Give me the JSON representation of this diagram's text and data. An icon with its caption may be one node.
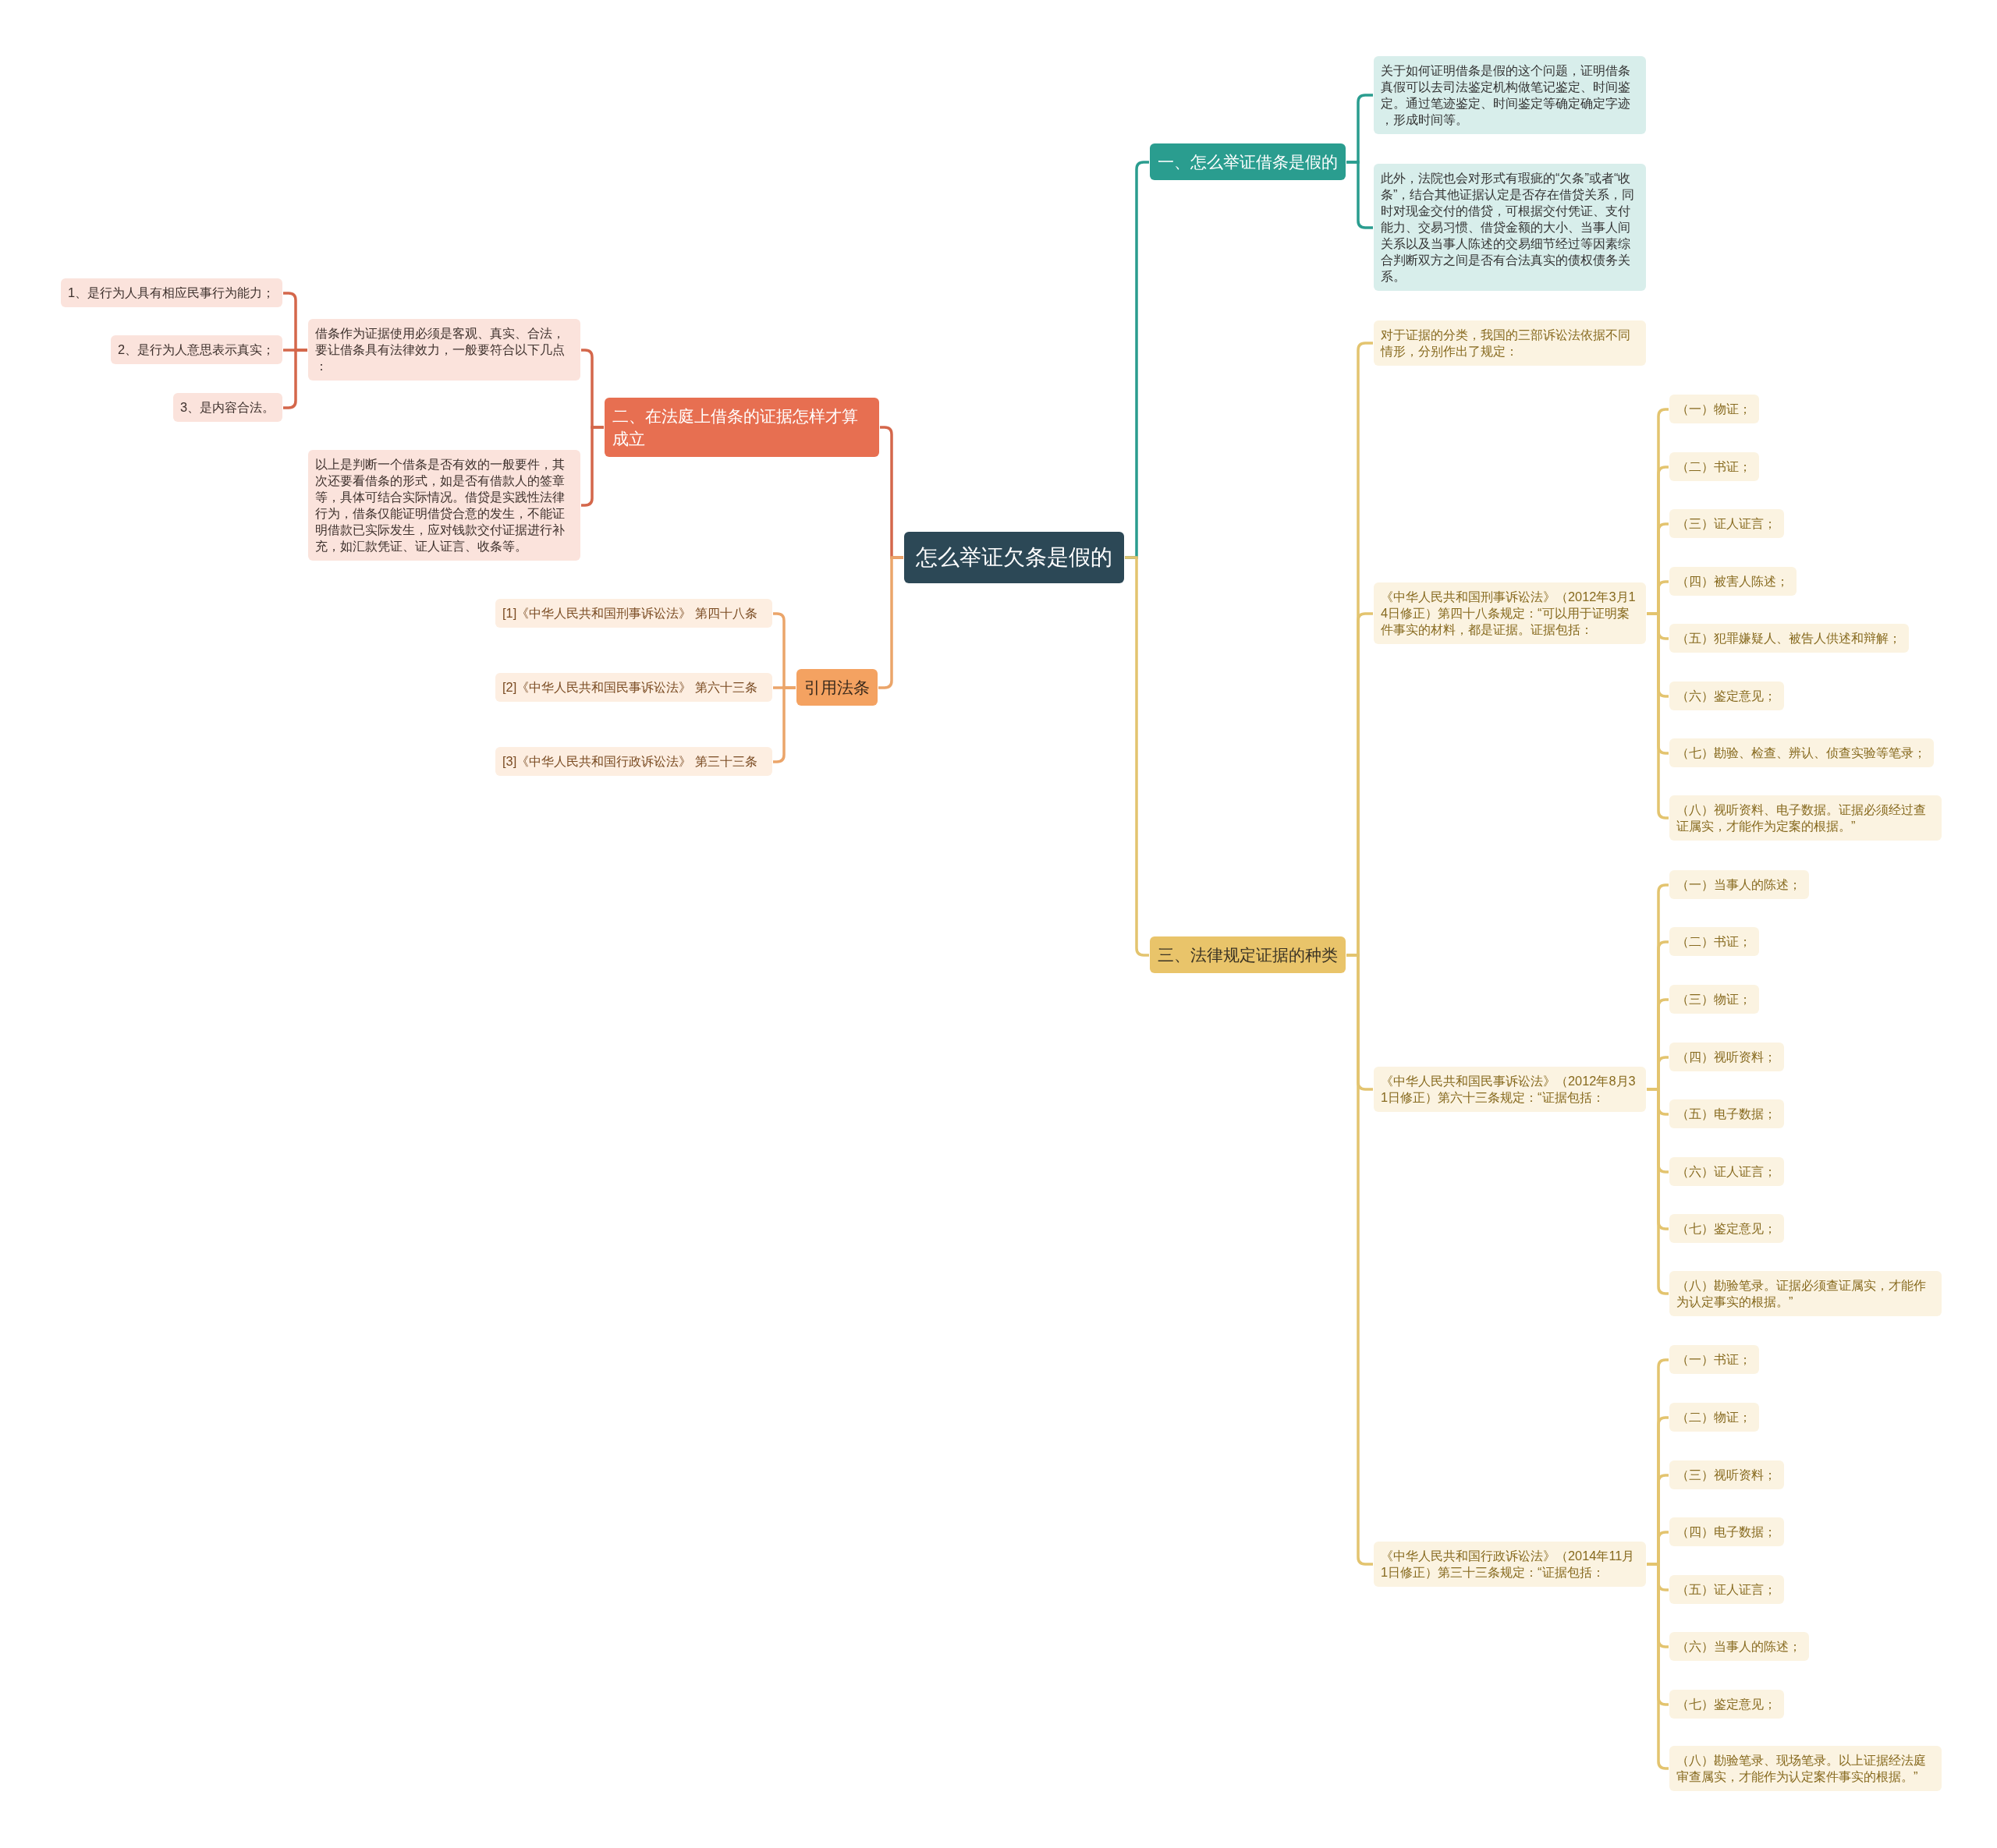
{
  "diagram": {
    "nodes": [
      {
        "text": [
          "怎么举证欠条是假的"
        ]
      },
      {
        "text": [
          "一、怎么举证借条是假的"
        ]
      },
      {
        "text": [
          "关于如何证明借条是假的这个问题，证明借条真假可以去司法鉴定机构做笔记鉴定、时间鉴定。通过笔迹鉴定、时间鉴定等确定确定字迹，形成时间等。"
        ]
      },
      {
        "text": [
          "此外，法院也会对形式有瑕疵的“欠条”或者“收条”，结合其他证据认定是否存在借贷关系，同时对现金交付的借贷，可根据交付凭证、支付能力、交易习惯、借贷金额的大小、当事人间关系以及当事人陈述的交易细节经过等因素综合判断双方之间是否有合法真实的债权债务关系。"
        ]
      },
      {
        "text": [
          "二、在法庭上借条的证据怎样才算成立"
        ]
      },
      {
        "text": [
          "借条作为证据使用必须是客观、真实、合法，要让借条具有法律效力，一般要符合以下几点："
        ]
      },
      {
        "text": [
          "1、是行为人具有相应民事行为能力；"
        ]
      },
      {
        "text": [
          "2、是行为人意思表示真实；"
        ]
      },
      {
        "text": [
          "3、是内容合法。"
        ]
      },
      {
        "text": [
          "以上是判断一个借条是否有效的一般要件，其次还要看借条的形式，如是否有借款人的签章等，具体可结合实际情况。借贷是实践性法律行为，借条仅能证明借贷合意的发生，不能证明借款已实际发生，应对钱款交付证据进行补充，如汇款凭证、证人证言、收条等。"
        ]
      },
      {
        "text": [
          "引用法条"
        ]
      },
      {
        "text": [
          "[1]《中华人民共和国刑事诉讼法》 第四十八条"
        ]
      },
      {
        "text": [
          "[2]《中华人民共和国民事诉讼法》 第六十三条"
        ]
      },
      {
        "text": [
          "[3]《中华人民共和国行政诉讼法》 第三十三条"
        ]
      },
      {
        "text": [
          "三、法律规定证据的种类"
        ]
      },
      {
        "text": [
          "对于证据的分类，我国的三部诉讼法依据不同情形，分别作出了规定："
        ]
      },
      {
        "text": [
          "《中华人民共和国刑事诉讼法》（2012年3月14日修正）第四十八条规定：“可以用于证明案件事实的材料，都是证据。证据包括："
        ]
      },
      {
        "text": [
          "（一）物证；"
        ]
      },
      {
        "text": [
          "（二）书证；"
        ]
      },
      {
        "text": [
          "（三）证人证言；"
        ]
      },
      {
        "text": [
          "（四）被害人陈述；"
        ]
      },
      {
        "text": [
          "（五）犯罪嫌疑人、被告人供述和辩解；"
        ]
      },
      {
        "text": [
          "（六）鉴定意见；"
        ]
      },
      {
        "text": [
          "（七）勘验、检查、辨认、侦查实验等笔录；"
        ]
      },
      {
        "text": [
          "（八）视听资料、电子数据。证据必须经过查证属实，才能作为定案的根据。”"
        ]
      },
      {
        "text": [
          "《中华人民共和国民事诉讼法》（2012年8月31日修正）第六十三条规定：“证据包括："
        ]
      },
      {
        "text": [
          "（一）当事人的陈述；"
        ]
      },
      {
        "text": [
          "（二）书证；"
        ]
      },
      {
        "text": [
          "（三）物证；"
        ]
      },
      {
        "text": [
          "（四）视听资料；"
        ]
      },
      {
        "text": [
          "（五）电子数据；"
        ]
      },
      {
        "text": [
          "（六）证人证言；"
        ]
      },
      {
        "text": [
          "（七）鉴定意见；"
        ]
      },
      {
        "text": [
          "（八）勘验笔录。证据必须查证属实，才能作为认定事实的根据。”"
        ]
      },
      {
        "text": [
          "《中华人民共和国行政诉讼法》（2014年11月1日修正）第三十三条规定：“证据包括："
        ]
      },
      {
        "text": [
          "（一）书证；"
        ]
      },
      {
        "text": [
          "（二）物证；"
        ]
      },
      {
        "text": [
          "（三）视听资料；"
        ]
      },
      {
        "text": [
          "（四）电子数据；"
        ]
      },
      {
        "text": [
          "（五）证人证言；"
        ]
      },
      {
        "text": [
          "（六）当事人的陈述；"
        ]
      },
      {
        "text": [
          "（七）鉴定意见；"
        ]
      },
      {
        "text": [
          "（八）勘验笔录、现场笔录。以上证据经法庭审查属实，才能作为认定案件事实的根据。”"
        ]
      }
    ],
    "edges": [
      {
        "from": 0,
        "to": 1,
        "arrow": "none",
        "color": "#2a9d8f"
      },
      {
        "from": 1,
        "to": 2,
        "arrow": "none",
        "color": "#2a9d8f"
      },
      {
        "from": 1,
        "to": 3,
        "arrow": "none",
        "color": "#2a9d8f"
      },
      {
        "from": 0,
        "to": 4,
        "arrow": "none",
        "color": "#d4674b"
      },
      {
        "from": 4,
        "to": 5,
        "arrow": "none",
        "color": "#d4674b"
      },
      {
        "from": 5,
        "to": 6,
        "arrow": "none",
        "color": "#d4674b"
      },
      {
        "from": 5,
        "to": 7,
        "arrow": "none",
        "color": "#d4674b"
      },
      {
        "from": 5,
        "to": 8,
        "arrow": "none",
        "color": "#d4674b"
      },
      {
        "from": 4,
        "to": 9,
        "arrow": "none",
        "color": "#d4674b"
      },
      {
        "from": 0,
        "to": 10,
        "arrow": "none",
        "color": "#eba56a"
      },
      {
        "from": 10,
        "to": 11,
        "arrow": "none",
        "color": "#eba56a"
      },
      {
        "from": 10,
        "to": 12,
        "arrow": "none",
        "color": "#eba56a"
      },
      {
        "from": 10,
        "to": 13,
        "arrow": "none",
        "color": "#eba56a"
      },
      {
        "from": 0,
        "to": 14,
        "arrow": "none"
      },
      {
        "from": 14,
        "to": 15,
        "arrow": "none"
      },
      {
        "from": 14,
        "to": 16,
        "arrow": "none"
      },
      {
        "from": 16,
        "to": 17,
        "arrow": "none"
      },
      {
        "from": 16,
        "to": 18,
        "arrow": "none"
      },
      {
        "from": 16,
        "to": 19,
        "arrow": "none"
      },
      {
        "from": 16,
        "to": 20,
        "arrow": "none"
      },
      {
        "from": 16,
        "to": 21,
        "arrow": "none"
      },
      {
        "from": 16,
        "to": 22,
        "arrow": "none"
      },
      {
        "from": 16,
        "to": 23,
        "arrow": "none"
      },
      {
        "from": 16,
        "to": 24,
        "arrow": "none"
      },
      {
        "from": 14,
        "to": 25,
        "arrow": "none"
      },
      {
        "from": 25,
        "to": 26,
        "arrow": "none"
      },
      {
        "from": 25,
        "to": 27,
        "arrow": "none"
      },
      {
        "from": 25,
        "to": 28,
        "arrow": "none"
      },
      {
        "from": 25,
        "to": 29,
        "arrow": "none"
      },
      {
        "from": 25,
        "to": 30,
        "arrow": "none"
      },
      {
        "from": 25,
        "to": 31,
        "arrow": "none"
      },
      {
        "from": 25,
        "to": 32,
        "arrow": "none"
      },
      {
        "from": 25,
        "to": 33,
        "arrow": "none"
      },
      {
        "from": 14,
        "to": 34,
        "arrow": "none"
      },
      {
        "from": 34,
        "to": 35,
        "arrow": "none"
      },
      {
        "from": 34,
        "to": 36,
        "arrow": "none"
      },
      {
        "from": 34,
        "to": 37,
        "arrow": "none"
      },
      {
        "from": 34,
        "to": 38,
        "arrow": "none"
      },
      {
        "from": 34,
        "to": 39,
        "arrow": "none"
      },
      {
        "from": 34,
        "to": 40,
        "arrow": "none"
      },
      {
        "from": 34,
        "to": 41,
        "arrow": "none"
      },
      {
        "from": 34,
        "to": 42,
        "arrow": "none"
      }
    ]
  }
}
